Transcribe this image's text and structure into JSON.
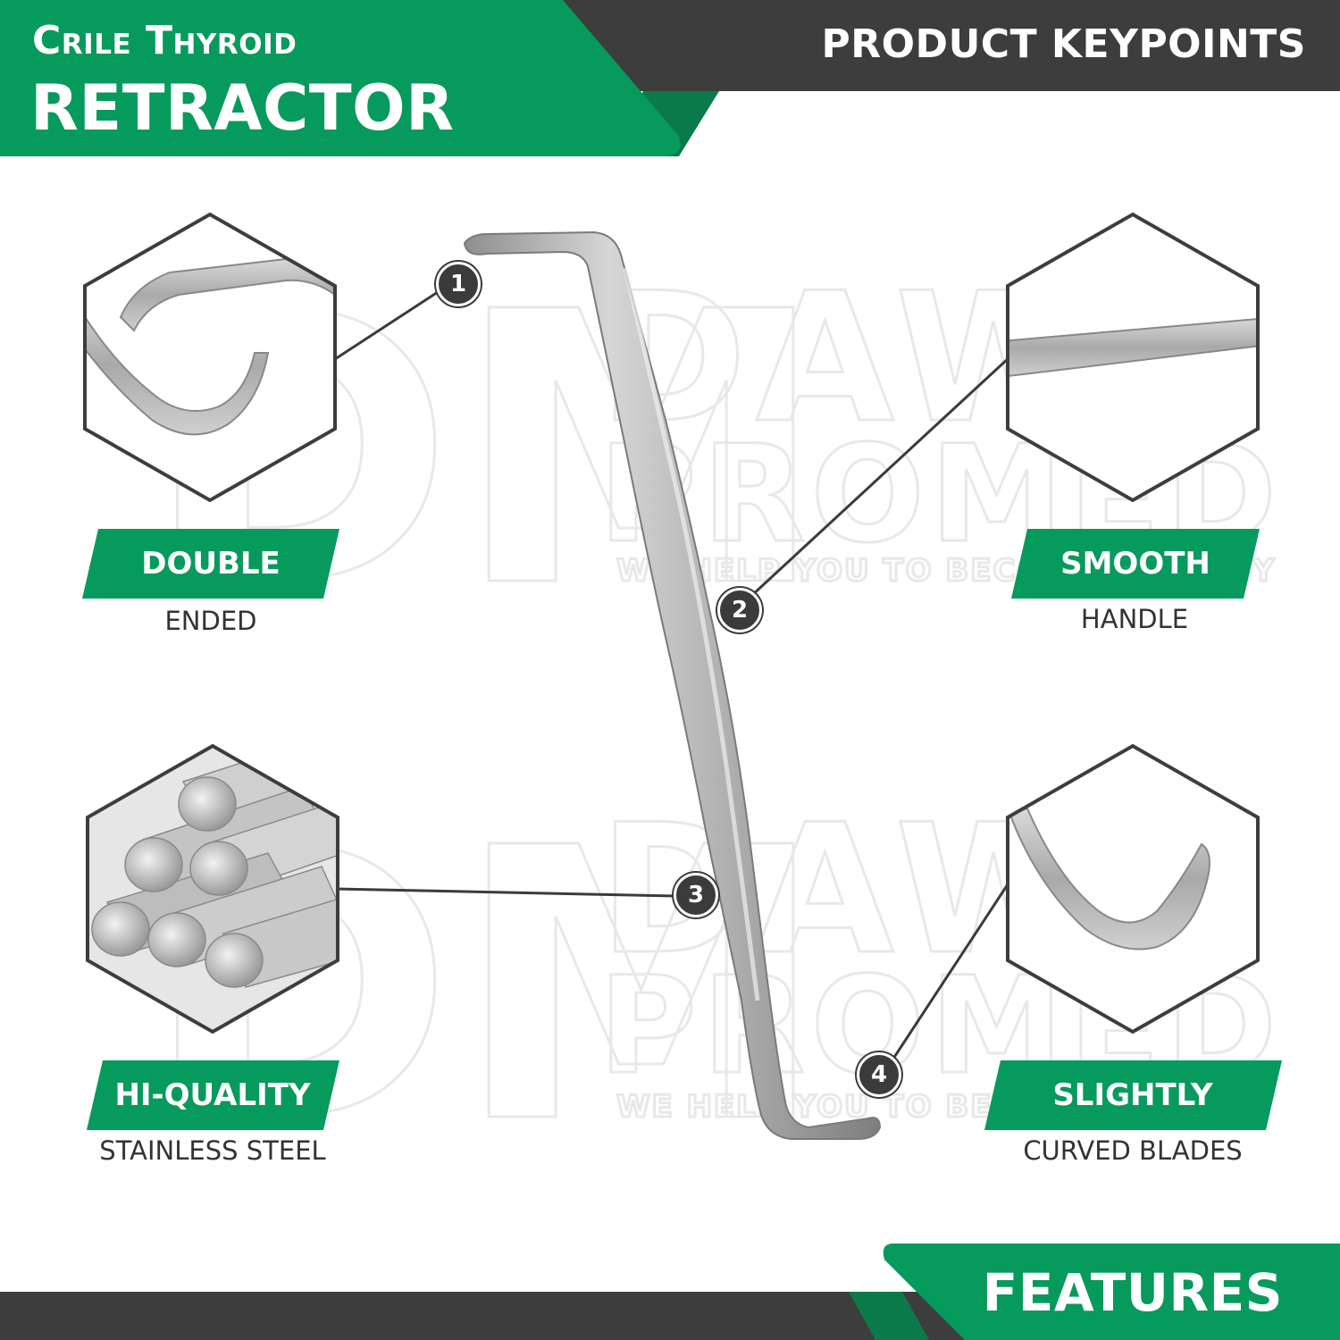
{
  "header": {
    "subtitle": "Crile Thyroid",
    "title": "RETRACTOR",
    "right_label": "PRODUCT KEYPOINTS"
  },
  "footer": {
    "label": "FEATURES"
  },
  "features": [
    {
      "number": "1",
      "title": "DOUBLE",
      "subtitle": "ENDED"
    },
    {
      "number": "2",
      "title": "SMOOTH",
      "subtitle": "HANDLE"
    },
    {
      "number": "3",
      "title": "HI-QUALITY",
      "subtitle": "STAINLESS STEEL"
    },
    {
      "number": "4",
      "title": "SLIGHTLY",
      "subtitle": "CURVED BLADES"
    }
  ],
  "watermark": {
    "line1": "DAWN",
    "line2": "PROMED",
    "tagline": "WE HELP YOU TO BECOME HEALTHY"
  },
  "colors": {
    "green": "#069a5c",
    "dark_green": "#0b7a4a",
    "dark_gray": "#3d3d3d",
    "steel": "#b8b8b8"
  }
}
